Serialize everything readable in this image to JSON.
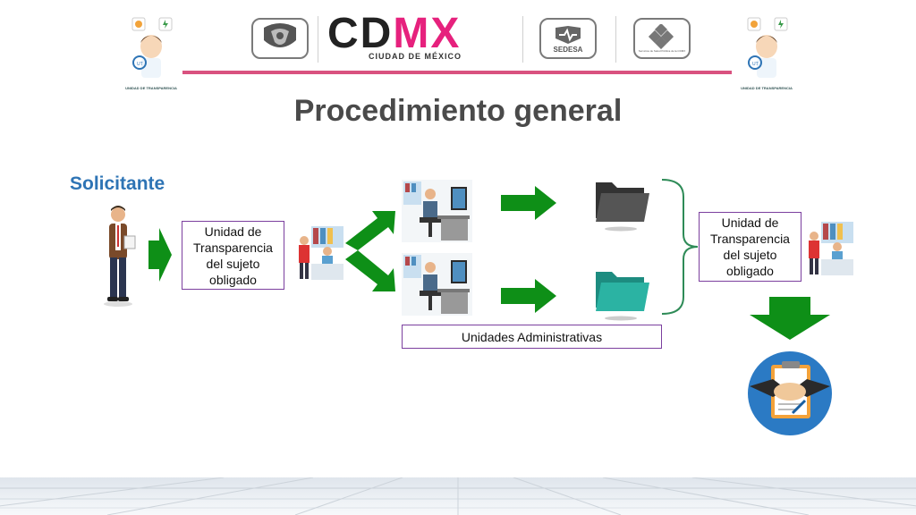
{
  "header": {
    "brand_text": "CDMX",
    "brand_subtitle": "CIUDAD DE MÉXICO",
    "sedesa_label": "SEDESA",
    "servicios_label": "Servicios de Salud Pública de la CDMX",
    "mascot_caption": "UNIDAD DE TRANSPARENCIA"
  },
  "title": "Procedimiento general",
  "diagram": {
    "solicitante_label": "Solicitante",
    "unidad_left_label": "Unidad de Transparencia del sujeto obligado",
    "unidad_right_label": "Unidad de Transparencia del sujeto obligado",
    "unidades_admin_label": "Unidades Administrativas"
  },
  "colors": {
    "arrow_green": "#0e8f17",
    "title_gray": "#4a4a4a",
    "solicitante_blue": "#2e74b5",
    "box_border_purple": "#7b3f9e",
    "header_line_pink": "#d9527f",
    "cdmx_magenta": "#e6217d",
    "folder_dark": "#4d4d4d",
    "folder_teal": "#2bb3a3",
    "bracket_green": "#2e8b57"
  }
}
